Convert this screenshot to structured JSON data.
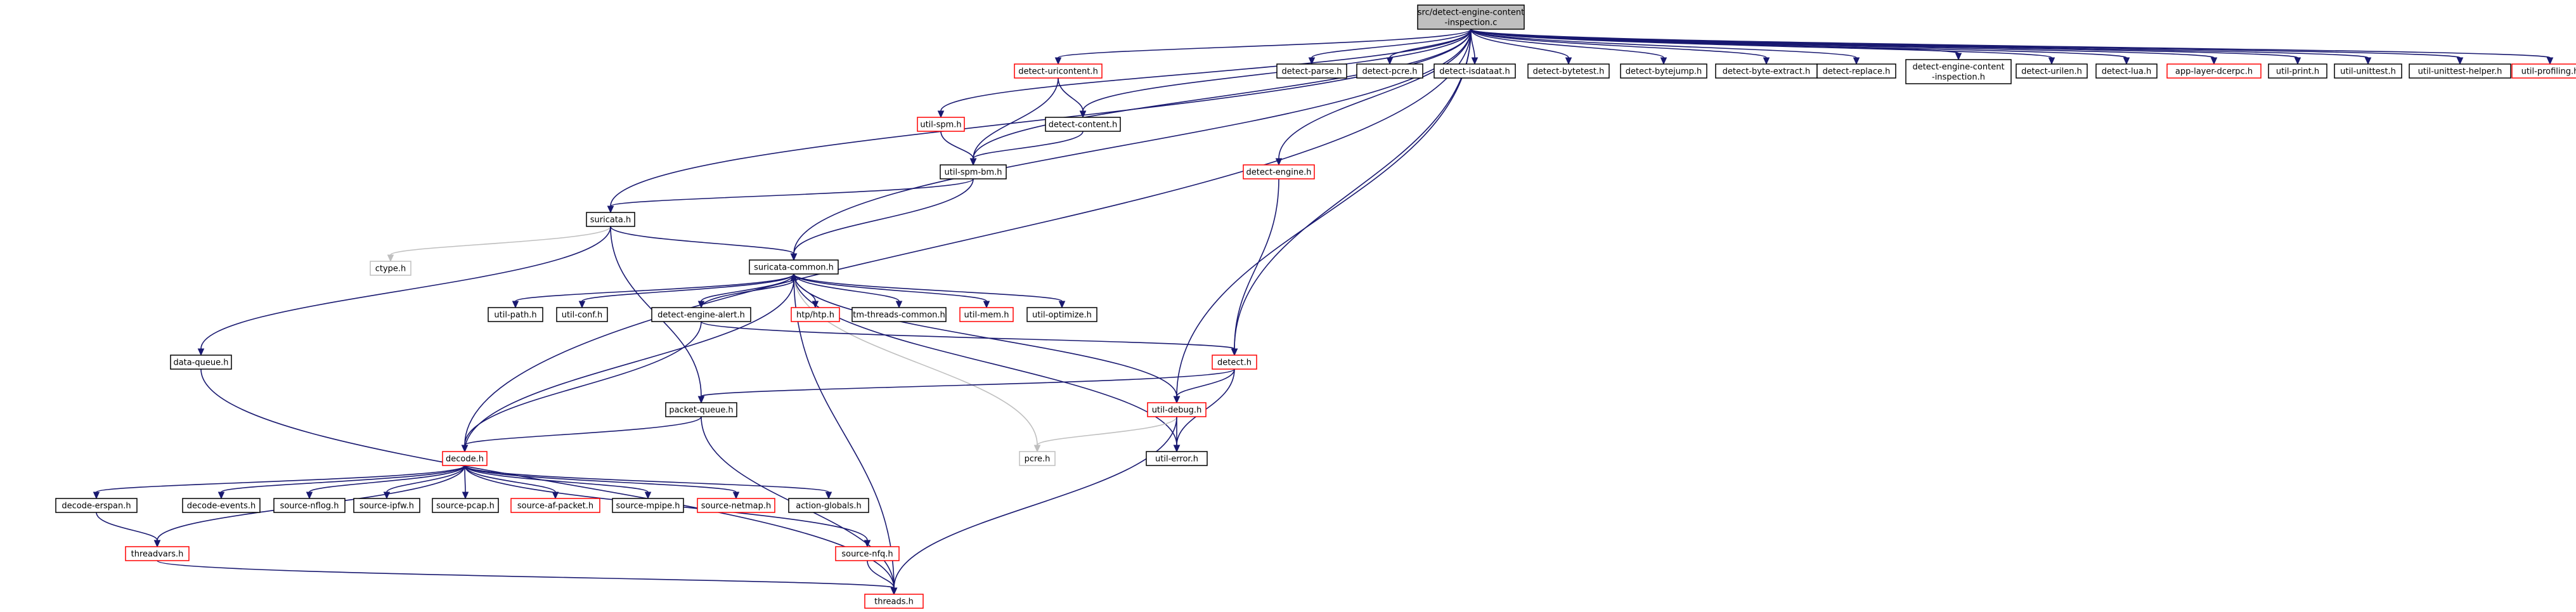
{
  "colors": {
    "root_fill": "#bfbfbf",
    "node_stroke_documented": "#000000",
    "node_stroke_incomplete": "#ff0000",
    "node_stroke_external": "#bfbfbf",
    "edge_stroke": "#191970",
    "edge_stroke_external": "#bfbfbf",
    "text": "#000000"
  },
  "nodes": [
    {
      "id": "root",
      "lines": [
        "src/detect-engine-content",
        "-inspection.c"
      ],
      "style": "root"
    },
    {
      "id": "suricata",
      "lines": [
        "suricata.h"
      ],
      "style": "normal"
    },
    {
      "id": "decode",
      "lines": [
        "decode.h"
      ],
      "style": "red"
    },
    {
      "id": "utilspm",
      "lines": [
        "util-spm.h"
      ],
      "style": "red"
    },
    {
      "id": "detecturicontent",
      "lines": [
        "detect-uricontent.h"
      ],
      "style": "red"
    },
    {
      "id": "detectcontent",
      "lines": [
        "detect-content.h"
      ],
      "style": "normal"
    },
    {
      "id": "utilspmbm",
      "lines": [
        "util-spm-bm.h"
      ],
      "style": "normal"
    },
    {
      "id": "suricatacommon",
      "lines": [
        "suricata-common.h"
      ],
      "style": "normal"
    },
    {
      "id": "ctype",
      "lines": [
        "ctype.h"
      ],
      "style": "grey"
    },
    {
      "id": "dataqueue",
      "lines": [
        "data-queue.h"
      ],
      "style": "normal"
    },
    {
      "id": "packetqueue",
      "lines": [
        "packet-queue.h"
      ],
      "style": "normal"
    },
    {
      "id": "utilpath",
      "lines": [
        "util-path.h"
      ],
      "style": "normal"
    },
    {
      "id": "utilconf",
      "lines": [
        "util-conf.h"
      ],
      "style": "normal"
    },
    {
      "id": "detectenginealert",
      "lines": [
        "detect-engine-alert.h"
      ],
      "style": "normal"
    },
    {
      "id": "htphtp",
      "lines": [
        "htp/htp.h"
      ],
      "style": "red"
    },
    {
      "id": "tmthreadscommon",
      "lines": [
        "tm-threads-common.h"
      ],
      "style": "normal"
    },
    {
      "id": "utilmem",
      "lines": [
        "util-mem.h"
      ],
      "style": "red"
    },
    {
      "id": "utiloptimize",
      "lines": [
        "util-optimize.h"
      ],
      "style": "normal"
    },
    {
      "id": "detectengine",
      "lines": [
        "detect-engine.h"
      ],
      "style": "red"
    },
    {
      "id": "detect",
      "lines": [
        "detect.h"
      ],
      "style": "red"
    },
    {
      "id": "utildebug",
      "lines": [
        "util-debug.h"
      ],
      "style": "red"
    },
    {
      "id": "pcre",
      "lines": [
        "pcre.h"
      ],
      "style": "grey"
    },
    {
      "id": "utilerror",
      "lines": [
        "util-error.h"
      ],
      "style": "normal"
    },
    {
      "id": "decodeerspan",
      "lines": [
        "decode-erspan.h"
      ],
      "style": "normal"
    },
    {
      "id": "decodeevents",
      "lines": [
        "decode-events.h"
      ],
      "style": "normal"
    },
    {
      "id": "sourcenflog",
      "lines": [
        "source-nflog.h"
      ],
      "style": "normal"
    },
    {
      "id": "sourceipfw",
      "lines": [
        "source-ipfw.h"
      ],
      "style": "normal"
    },
    {
      "id": "sourcepcap",
      "lines": [
        "source-pcap.h"
      ],
      "style": "normal"
    },
    {
      "id": "sourceafpacket",
      "lines": [
        "source-af-packet.h"
      ],
      "style": "red"
    },
    {
      "id": "sourcemplpe",
      "lines": [
        "source-mpipe.h"
      ],
      "style": "normal"
    },
    {
      "id": "sourcenetmap",
      "lines": [
        "source-netmap.h"
      ],
      "style": "red"
    },
    {
      "id": "actionglobals",
      "lines": [
        "action-globals.h"
      ],
      "style": "normal"
    },
    {
      "id": "sourcenfq",
      "lines": [
        "source-nfq.h"
      ],
      "style": "red"
    },
    {
      "id": "threadvars",
      "lines": [
        "threadvars.h"
      ],
      "style": "red"
    },
    {
      "id": "threads",
      "lines": [
        "threads.h"
      ],
      "style": "red"
    },
    {
      "id": "detectparse",
      "lines": [
        "detect-parse.h"
      ],
      "style": "normal"
    },
    {
      "id": "detectpcre",
      "lines": [
        "detect-pcre.h"
      ],
      "style": "normal"
    },
    {
      "id": "detectisdataat",
      "lines": [
        "detect-isdataat.h"
      ],
      "style": "normal"
    },
    {
      "id": "detectbytetest",
      "lines": [
        "detect-bytetest.h"
      ],
      "style": "normal"
    },
    {
      "id": "detectbytejump",
      "lines": [
        "detect-bytejump.h"
      ],
      "style": "normal"
    },
    {
      "id": "detectbyteextract",
      "lines": [
        "detect-byte-extract.h"
      ],
      "style": "normal"
    },
    {
      "id": "detectreplace",
      "lines": [
        "detect-replace.h"
      ],
      "style": "normal"
    },
    {
      "id": "detectenginecontentinspection",
      "lines": [
        "detect-engine-content",
        "-inspection.h"
      ],
      "style": "normal"
    },
    {
      "id": "detecturilen",
      "lines": [
        "detect-urilen.h"
      ],
      "style": "normal"
    },
    {
      "id": "detectlua",
      "lines": [
        "detect-lua.h"
      ],
      "style": "normal"
    },
    {
      "id": "applayerdcerpc",
      "lines": [
        "app-layer-dcerpc.h"
      ],
      "style": "red"
    },
    {
      "id": "utilprint",
      "lines": [
        "util-print.h"
      ],
      "style": "normal"
    },
    {
      "id": "utilunittest",
      "lines": [
        "util-unittest.h"
      ],
      "style": "normal"
    },
    {
      "id": "utilunittesthelper",
      "lines": [
        "util-unittest-helper.h"
      ],
      "style": "normal"
    },
    {
      "id": "utilprofiling",
      "lines": [
        "util-profiling.h"
      ],
      "style": "red"
    }
  ],
  "edges": [
    [
      "root",
      "suricata"
    ],
    [
      "root",
      "decode"
    ],
    [
      "root",
      "utilspm"
    ],
    [
      "root",
      "detecturicontent"
    ],
    [
      "root",
      "detectcontent"
    ],
    [
      "root",
      "utilspmbm"
    ],
    [
      "root",
      "suricatacommon"
    ],
    [
      "root",
      "utildebug"
    ],
    [
      "root",
      "detect"
    ],
    [
      "root",
      "detectengine"
    ],
    [
      "root",
      "detectparse"
    ],
    [
      "root",
      "detectpcre"
    ],
    [
      "root",
      "detectisdataat"
    ],
    [
      "root",
      "detectbytetest"
    ],
    [
      "root",
      "detectbytejump"
    ],
    [
      "root",
      "detectbyteextract"
    ],
    [
      "root",
      "detectreplace"
    ],
    [
      "root",
      "detectenginecontentinspection"
    ],
    [
      "root",
      "detecturilen"
    ],
    [
      "root",
      "detectlua"
    ],
    [
      "root",
      "applayerdcerpc"
    ],
    [
      "root",
      "utilprint"
    ],
    [
      "root",
      "utilunittest"
    ],
    [
      "root",
      "utilunittesthelper"
    ],
    [
      "root",
      "utilprofiling"
    ],
    [
      "utilspm",
      "utilspmbm"
    ],
    [
      "detecturicontent",
      "detectcontent"
    ],
    [
      "detecturicontent",
      "utilspmbm"
    ],
    [
      "detectcontent",
      "utilspmbm"
    ],
    [
      "utilspmbm",
      "suricata"
    ],
    [
      "utilspmbm",
      "suricatacommon"
    ],
    [
      "suricata",
      "suricatacommon"
    ],
    [
      "suricata",
      "ctype"
    ],
    [
      "suricata",
      "dataqueue"
    ],
    [
      "suricata",
      "packetqueue"
    ],
    [
      "suricatacommon",
      "utilpath"
    ],
    [
      "suricatacommon",
      "utilconf"
    ],
    [
      "suricatacommon",
      "detectenginealert"
    ],
    [
      "suricatacommon",
      "htphtp"
    ],
    [
      "suricatacommon",
      "tmthreadscommon"
    ],
    [
      "suricatacommon",
      "utilmem"
    ],
    [
      "suricatacommon",
      "utiloptimize"
    ],
    [
      "suricatacommon",
      "utildebug"
    ],
    [
      "suricatacommon",
      "utilerror"
    ],
    [
      "suricatacommon",
      "pcre"
    ],
    [
      "suricatacommon",
      "threads"
    ],
    [
      "detectenginealert",
      "suricatacommon"
    ],
    [
      "detectenginealert",
      "decode"
    ],
    [
      "detectenginealert",
      "detect"
    ],
    [
      "detectengine",
      "detect"
    ],
    [
      "detect",
      "packetqueue"
    ],
    [
      "detect",
      "utildebug"
    ],
    [
      "detect",
      "utilerror"
    ],
    [
      "utildebug",
      "utilerror"
    ],
    [
      "utildebug",
      "pcre"
    ],
    [
      "utildebug",
      "threads"
    ],
    [
      "packetqueue",
      "decode"
    ],
    [
      "packetqueue",
      "threads"
    ],
    [
      "dataqueue",
      "threads"
    ],
    [
      "decode",
      "suricatacommon"
    ],
    [
      "decode",
      "decodeerspan"
    ],
    [
      "decode",
      "decodeevents"
    ],
    [
      "decode",
      "sourcenflog"
    ],
    [
      "decode",
      "sourceipfw"
    ],
    [
      "decode",
      "sourcepcap"
    ],
    [
      "decode",
      "sourceafpacket"
    ],
    [
      "decode",
      "sourcemplpe"
    ],
    [
      "decode",
      "sourcenetmap"
    ],
    [
      "decode",
      "actionglobals"
    ],
    [
      "decode",
      "sourcenfq"
    ],
    [
      "decode",
      "threadvars"
    ],
    [
      "decodeerspan",
      "threadvars"
    ],
    [
      "threadvars",
      "threads"
    ],
    [
      "sourcenfq",
      "threads"
    ]
  ]
}
